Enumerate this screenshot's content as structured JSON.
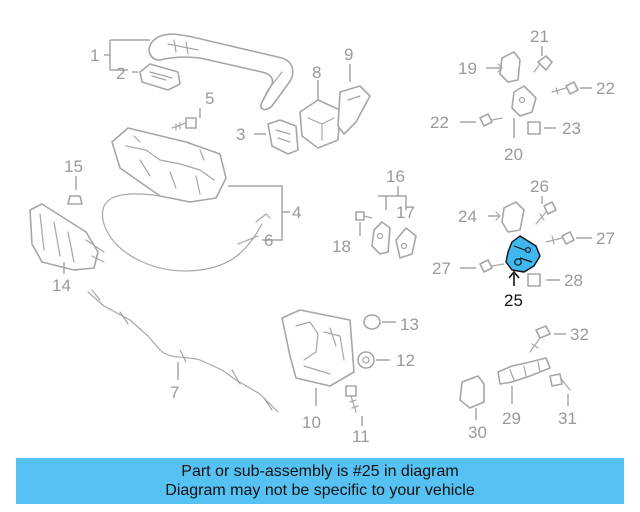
{
  "labels": {
    "p1": "1",
    "p2": "2",
    "p3": "3",
    "p4": "4",
    "p5": "5",
    "p6": "6",
    "p7": "7",
    "p8": "8",
    "p9": "9",
    "p10": "10",
    "p11": "11",
    "p12": "12",
    "p13": "13",
    "p14": "14",
    "p15": "15",
    "p16": "16",
    "p17": "17",
    "p18": "18",
    "p19": "19",
    "p20": "20",
    "p21": "21",
    "p22a": "22",
    "p22b": "22",
    "p23": "23",
    "p24": "24",
    "p25": "25",
    "p26": "26",
    "p27a": "27",
    "p27b": "27",
    "p28": "28",
    "p29": "29",
    "p30": "30",
    "p31": "31",
    "p32": "32"
  },
  "highlight": {
    "part_number": "25",
    "color": "#3fb8f0"
  },
  "banner": {
    "line1": "Part or sub-assembly is #25 in diagram",
    "line2": "Diagram may not be specific to your vehicle",
    "color": "#56c2f3"
  }
}
